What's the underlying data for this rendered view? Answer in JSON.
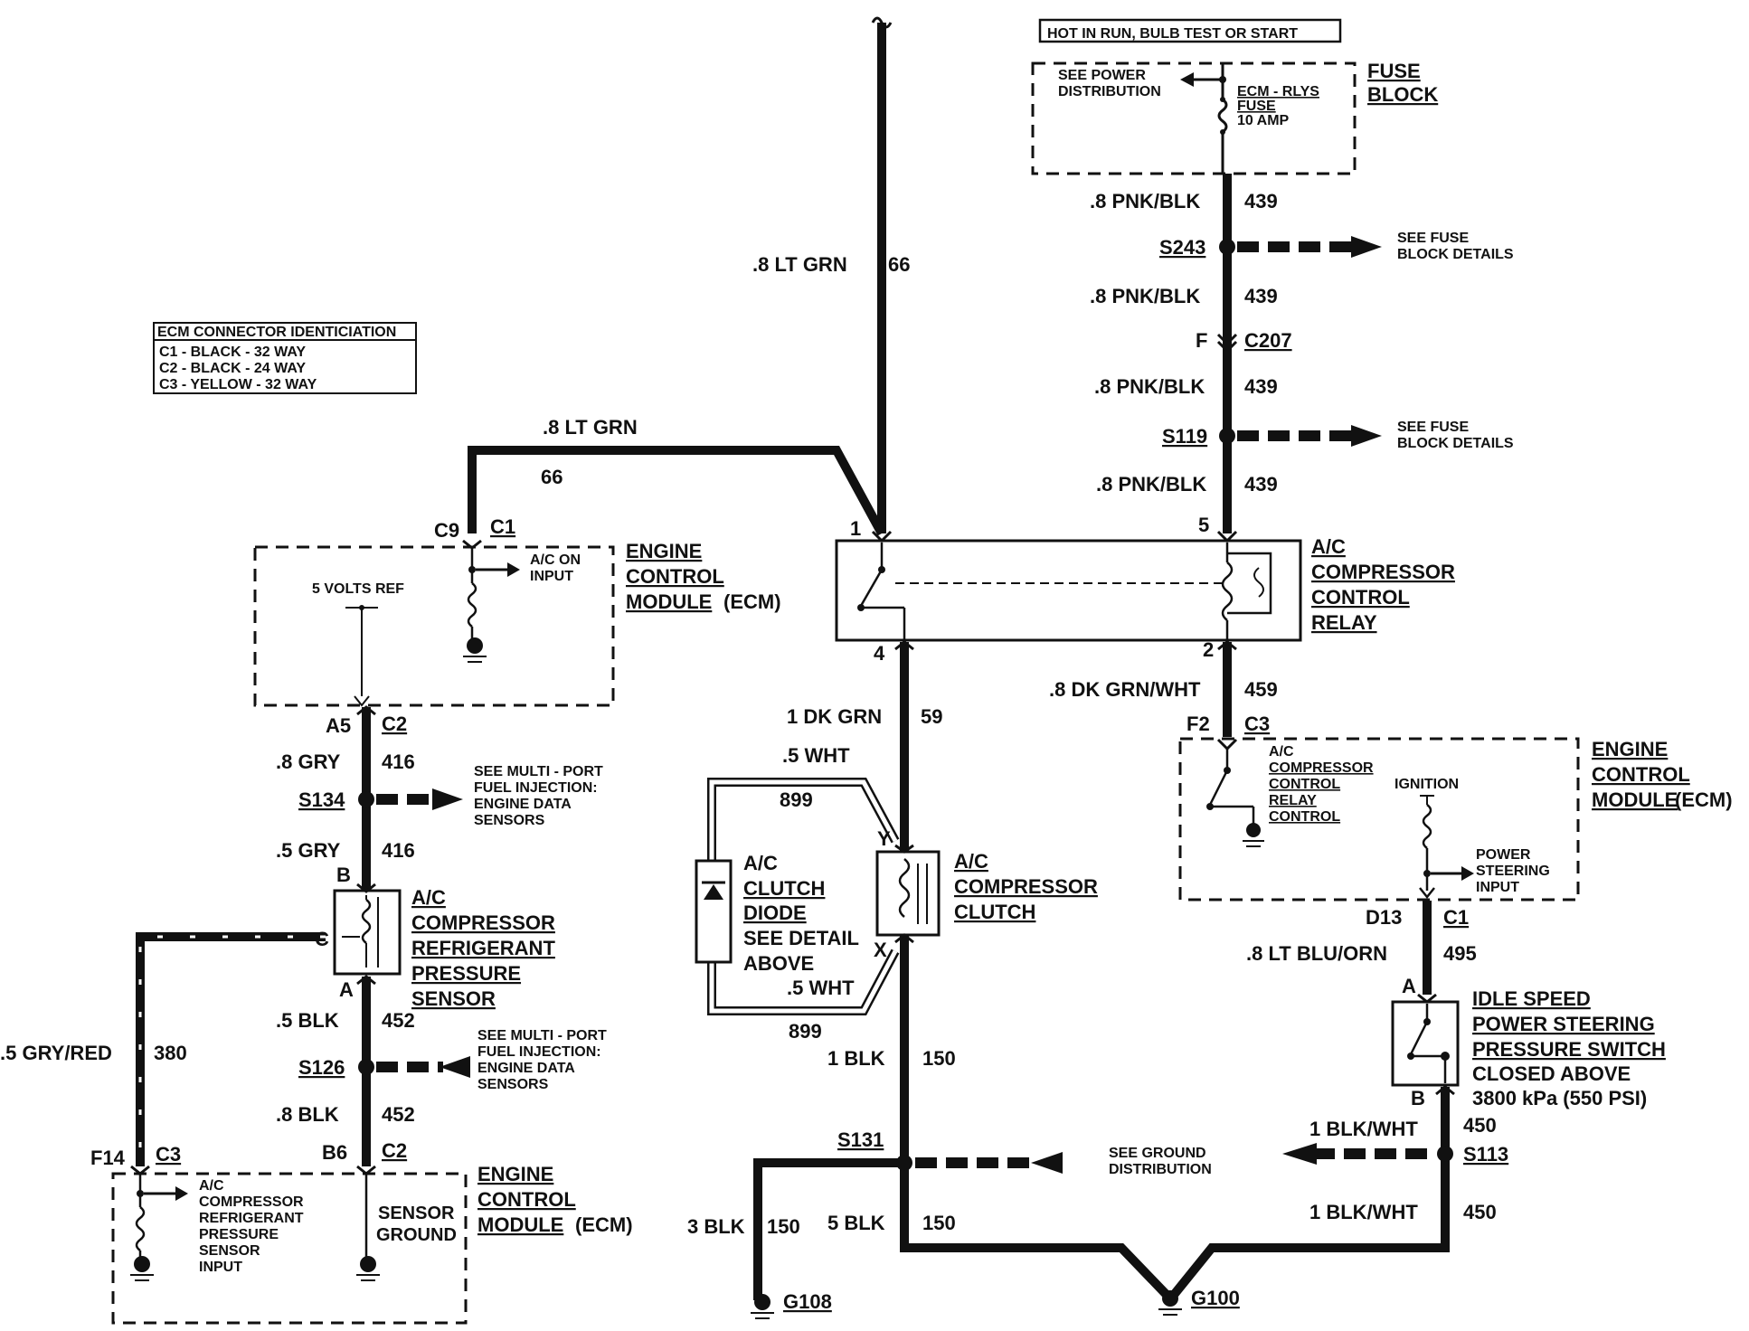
{
  "header_box": "HOT IN RUN, BULB TEST OR START",
  "fuse_block": {
    "title": [
      "FUSE",
      "BLOCK"
    ],
    "see_power": [
      "SEE POWER",
      "DISTRIBUTION"
    ],
    "fuse": [
      "ECM - RLYS",
      "FUSE",
      "10  AMP"
    ]
  },
  "ecm_id": {
    "title": "ECM CONNECTOR IDENTICIATION",
    "rows": [
      "C1 - BLACK - 32 WAY",
      "C2 - BLACK - 24 WAY",
      "C3 - YELLOW - 32 WAY"
    ]
  },
  "wires": {
    "w66_top": {
      "gauge": ".8 LT GRN",
      "num": "66"
    },
    "w66_mid": {
      "gauge": ".8 LT GRN",
      "num": "66"
    },
    "w439_a": {
      "gauge": ".8 PNK/BLK",
      "num": "439"
    },
    "w439_b": {
      "gauge": ".8 PNK/BLK",
      "num": "439"
    },
    "w439_c": {
      "gauge": ".8 PNK/BLK",
      "num": "439"
    },
    "w439_d": {
      "gauge": ".8 PNK/BLK",
      "num": "439"
    },
    "w459": {
      "gauge": ".8 DK GRN/WHT",
      "num": "459"
    },
    "w59": {
      "gauge": "1 DK GRN",
      "num": "59"
    },
    "w899_top": {
      "gauge": ".5 WHT",
      "num": "899"
    },
    "w899_bot": {
      "gauge": ".5 WHT",
      "num": "899"
    },
    "w150_a": {
      "gauge": "1 BLK",
      "num": "150"
    },
    "w150_b": {
      "gauge": "3 BLK",
      "num": "150"
    },
    "w150_c": {
      "gauge": "5 BLK",
      "num": "150"
    },
    "w416_a": {
      "gauge": ".8 GRY",
      "num": "416"
    },
    "w416_b": {
      "gauge": ".5 GRY",
      "num": "416"
    },
    "w452_a": {
      "gauge": ".5 BLK",
      "num": "452"
    },
    "w452_b": {
      "gauge": ".8 BLK",
      "num": "452"
    },
    "w380": {
      "gauge": ".5 GRY/RED",
      "num": "380"
    },
    "w495": {
      "gauge": ".8 LT BLU/ORN",
      "num": "495"
    },
    "w450_a": {
      "gauge": "1 BLK/WHT",
      "num": "450"
    },
    "w450_b": {
      "gauge": "1 BLK/WHT",
      "num": "450"
    }
  },
  "splices": {
    "s243": "S243",
    "s119": "S119",
    "s134": "S134",
    "s126": "S126",
    "s131": "S131",
    "s113": "S113"
  },
  "see_notes": {
    "fuse_details_1": [
      "SEE  FUSE",
      "BLOCK DETAILS"
    ],
    "fuse_details_2": [
      "SEE  FUSE",
      "BLOCK DETAILS"
    ],
    "mpfi_1": [
      "SEE MULTI - PORT",
      "FUEL INJECTION:",
      "ENGINE DATA",
      "SENSORS"
    ],
    "mpfi_2": [
      "SEE MULTI - PORT",
      "FUEL INJECTION:",
      "ENGINE DATA",
      "SENSORS"
    ],
    "ground_dist": [
      "SEE GROUND",
      "DISTRIBUTION"
    ]
  },
  "connectors": {
    "c207": "C207",
    "c207_pin": "F",
    "ecm_top_pin": "C9",
    "ecm_top_conn": "C1",
    "ecm_left_pin": "A5",
    "ecm_left_conn": "C2",
    "ecm_bot_pin_a": "F14",
    "ecm_bot_conn_a": "C3",
    "ecm_bot_pin_b": "B6",
    "ecm_bot_conn_b": "C2",
    "ecm_right_pin": "F2",
    "ecm_right_conn": "C3",
    "ecm_right_out_pin": "D13",
    "ecm_right_out_conn": "C1",
    "relay_pins": [
      "1",
      "5",
      "4",
      "2"
    ],
    "clutch_pins": [
      "Y",
      "X"
    ],
    "sensor_pins": [
      "B",
      "C",
      "A"
    ],
    "switch_pins": [
      "A",
      "B"
    ]
  },
  "ecm_top": {
    "title": [
      "ENGINE",
      "CONTROL",
      "MODULE"
    ],
    "suffix": "(ECM)",
    "five_volts": "5 VOLTS REF",
    "ac_on": [
      "A/C ON",
      "INPUT"
    ]
  },
  "ecm_right": {
    "title": [
      "ENGINE",
      "CONTROL",
      "MODULE"
    ],
    "suffix": "(ECM)",
    "relay_control": [
      "A/C",
      "COMPRESSOR",
      "CONTROL",
      "RELAY",
      "CONTROL"
    ],
    "ignition": "IGNITION",
    "ps_input": [
      "POWER",
      "STEERING",
      "INPUT"
    ]
  },
  "ecm_bottom": {
    "title": [
      "ENGINE",
      "CONTROL",
      "MODULE"
    ],
    "suffix": "(ECM)",
    "sensor_input": [
      "A/C",
      "COMPRESSOR",
      "REFRIGERANT",
      "PRESSURE",
      "SENSOR",
      "INPUT"
    ],
    "sensor_ground": [
      "SENSOR",
      "GROUND"
    ]
  },
  "relay": {
    "title": [
      "A/C",
      "COMPRESSOR",
      "CONTROL",
      "RELAY"
    ]
  },
  "clutch": {
    "title": [
      "A/C",
      "COMPRESSOR",
      "CLUTCH"
    ]
  },
  "diode": {
    "title": [
      "A/C",
      "CLUTCH",
      "DIODE",
      "SEE DETAIL",
      "ABOVE"
    ]
  },
  "sensor": {
    "title": [
      "A/C",
      "COMPRESSOR",
      "REFRIGERANT",
      "PRESSURE",
      "SENSOR"
    ]
  },
  "switch": {
    "title": [
      "IDLE SPEED",
      "POWER STEERING",
      "PRESSURE SWITCH"
    ],
    "note": [
      "CLOSED ABOVE",
      "3800 kPa  (550 PSI)"
    ]
  },
  "grounds": {
    "g108": "G108",
    "g100": "G100"
  }
}
